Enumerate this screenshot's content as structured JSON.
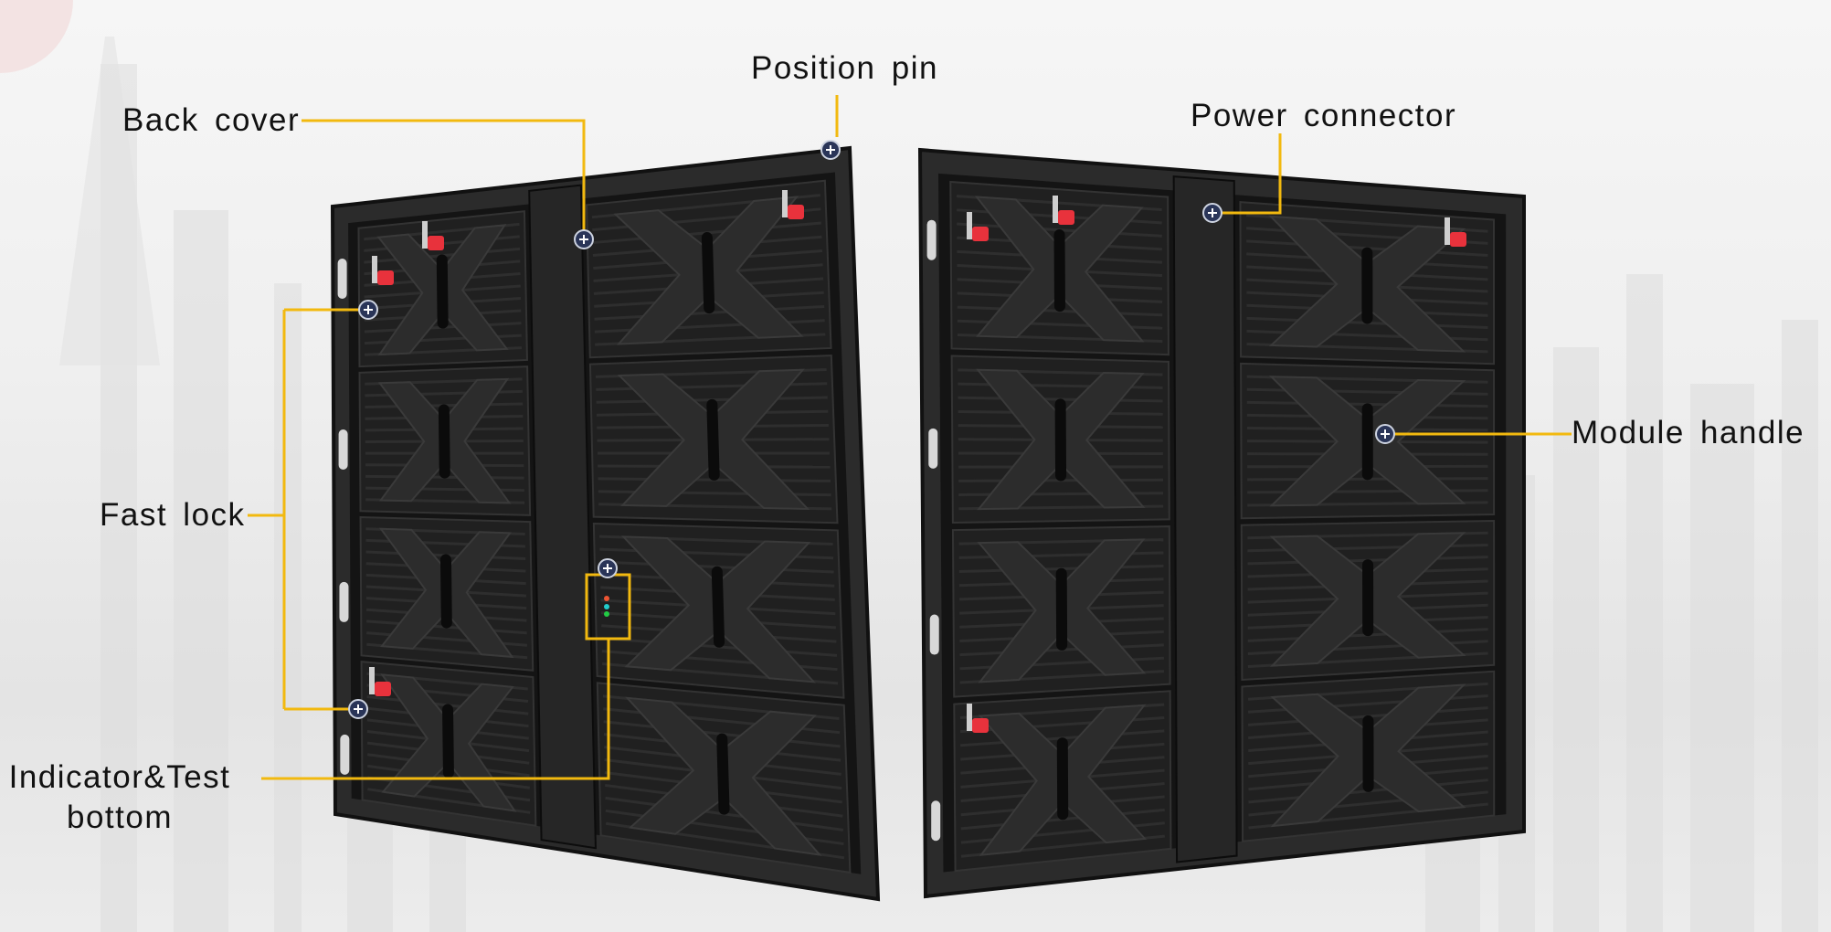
{
  "callouts": {
    "position_pin": "Position pin",
    "back_cover": "Back cover",
    "power_connector": "Power connector",
    "module_handle": "Module handle",
    "fast_lock": "Fast lock",
    "indicator_line1": "Indicator&Test",
    "indicator_line2": "bottom"
  },
  "colors": {
    "leader_line": "#f2b90f",
    "marker_fill": "#2a3558",
    "panel": "#1e1e1e",
    "lock_red": "#e8323c"
  },
  "panels": {
    "left": {
      "rows": 4,
      "columns": 2
    },
    "right": {
      "rows": 4,
      "columns": 2
    }
  }
}
